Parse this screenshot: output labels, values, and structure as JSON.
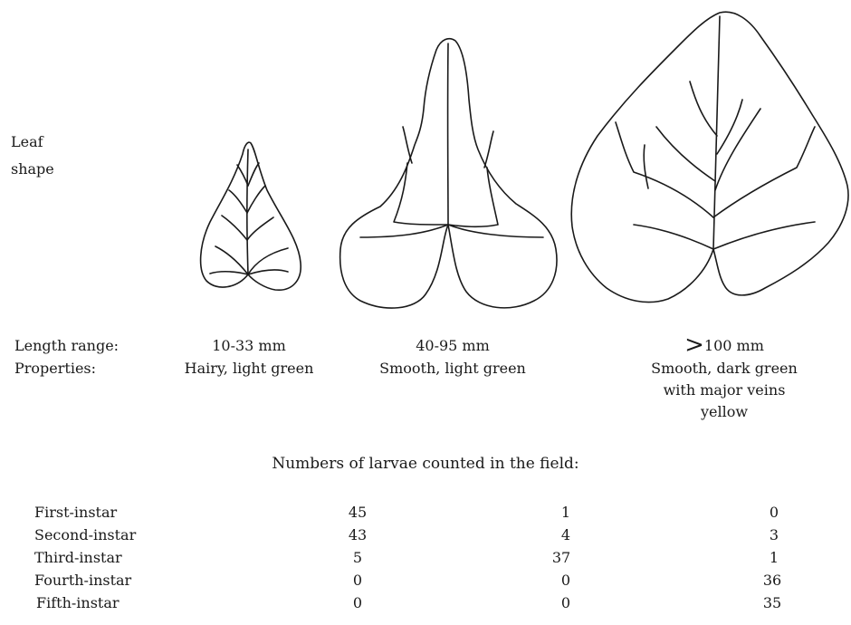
{
  "leaf_shape_label": [
    "Leaf",
    "shape"
  ],
  "row_labels": {
    "length": "Length range:",
    "properties": "Properties:"
  },
  "leaves": [
    {
      "length": "10-33  mm",
      "properties": [
        "Hairy,  light  green"
      ]
    },
    {
      "length": "40-95  mm",
      "properties": [
        "Smooth, light green"
      ]
    },
    {
      "length_symbol": ">",
      "length": "100  mm",
      "properties": [
        "Smooth,  dark  green",
        "with major veins",
        "yellow"
      ]
    }
  ],
  "table": {
    "title": "Numbers  of  larvae  counted  in  the  field:",
    "rows": [
      {
        "label": "First-instar",
        "values": [
          "45",
          "1",
          "0"
        ]
      },
      {
        "label": "Second-instar",
        "values": [
          "43",
          "4",
          "3"
        ]
      },
      {
        "label": "Third-instar",
        "values": [
          "5",
          "37",
          "1"
        ]
      },
      {
        "label": "Fourth-instar",
        "values": [
          "0",
          "0",
          "36"
        ]
      },
      {
        "label": "Fifth-instar",
        "values": [
          "0",
          "0",
          "35"
        ]
      }
    ]
  }
}
